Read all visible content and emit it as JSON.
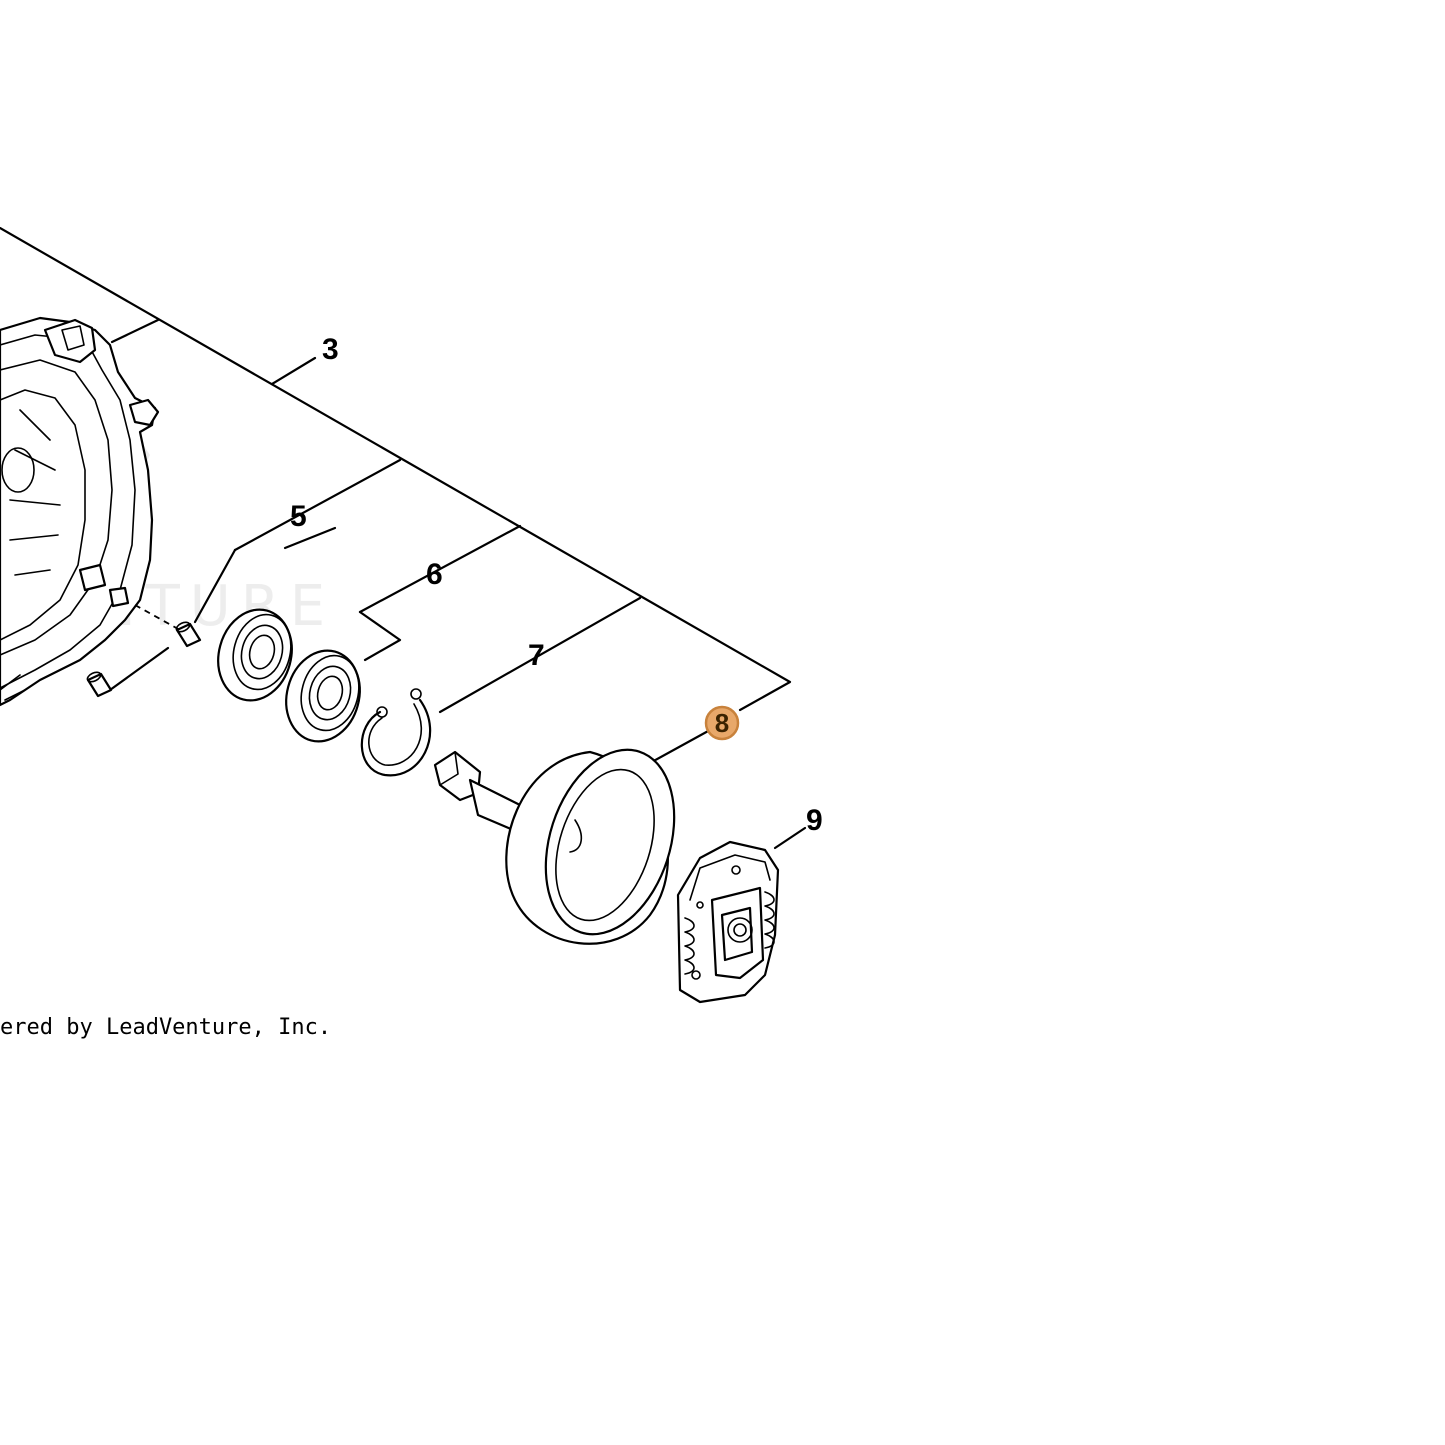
{
  "diagram": {
    "callouts": [
      {
        "id": "3",
        "label": "3"
      },
      {
        "id": "5",
        "label": "5"
      },
      {
        "id": "6",
        "label": "6"
      },
      {
        "id": "7",
        "label": "7"
      },
      {
        "id": "8",
        "label": "8",
        "highlighted": true
      },
      {
        "id": "9",
        "label": "9"
      }
    ],
    "highlight_color": "#e8a86a",
    "highlight_border_color": "#c8823c"
  },
  "watermark": {
    "text": "VENTURE"
  },
  "footer": {
    "credit": "ered by LeadVenture, Inc."
  }
}
